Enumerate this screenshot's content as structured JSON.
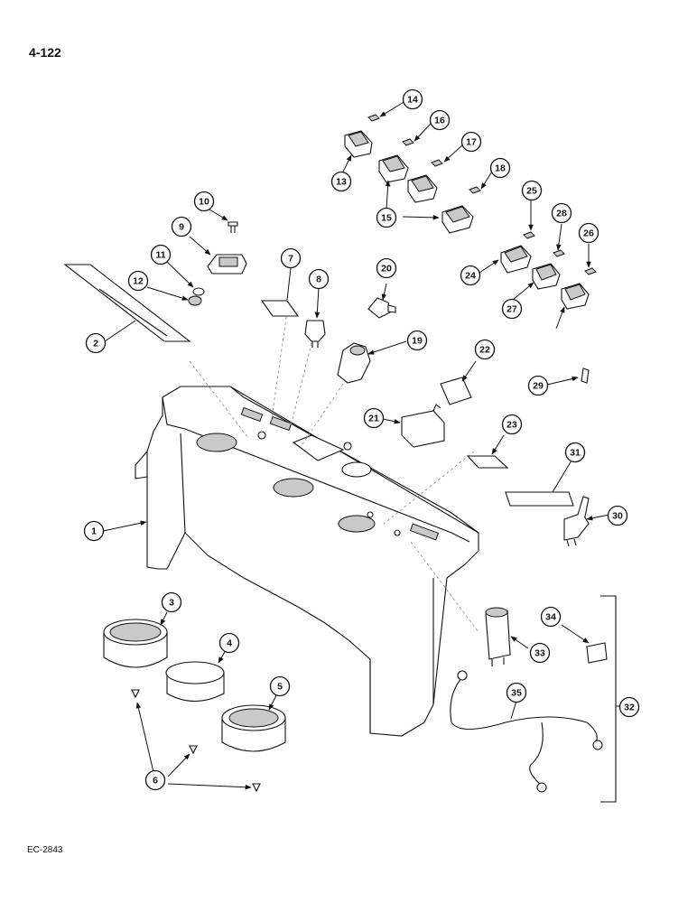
{
  "page_number": "4-122",
  "figure_code": "EC-2843",
  "callouts": [
    "1",
    "2",
    "3",
    "4",
    "5",
    "6",
    "7",
    "8",
    "9",
    "10",
    "11",
    "12",
    "13",
    "14",
    "15",
    "16",
    "17",
    "18",
    "19",
    "20",
    "21",
    "22",
    "23",
    "24",
    "25",
    "26",
    "27",
    "28",
    "29",
    "30",
    "31",
    "32",
    "33",
    "34",
    "35"
  ]
}
